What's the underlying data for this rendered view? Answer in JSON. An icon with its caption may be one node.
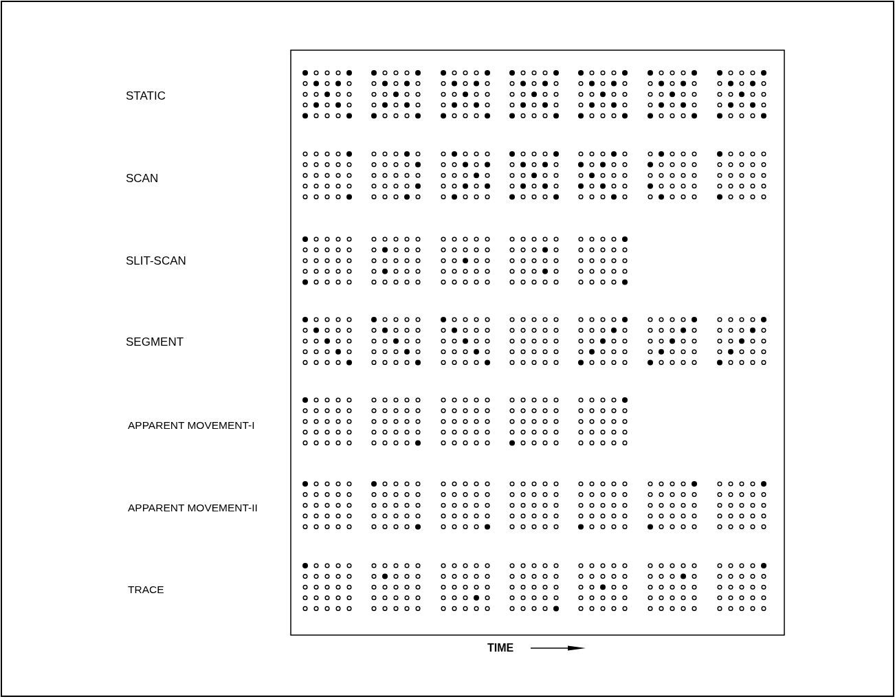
{
  "diagram": {
    "labels": [
      "STATIC",
      "SCAN",
      "SLIT-SCAN",
      "SEGMENT",
      "APPARENT MOVEMENT-I",
      "APPARENT MOVEMENT-II",
      "TRACE",
      "TIME"
    ]
  }
}
